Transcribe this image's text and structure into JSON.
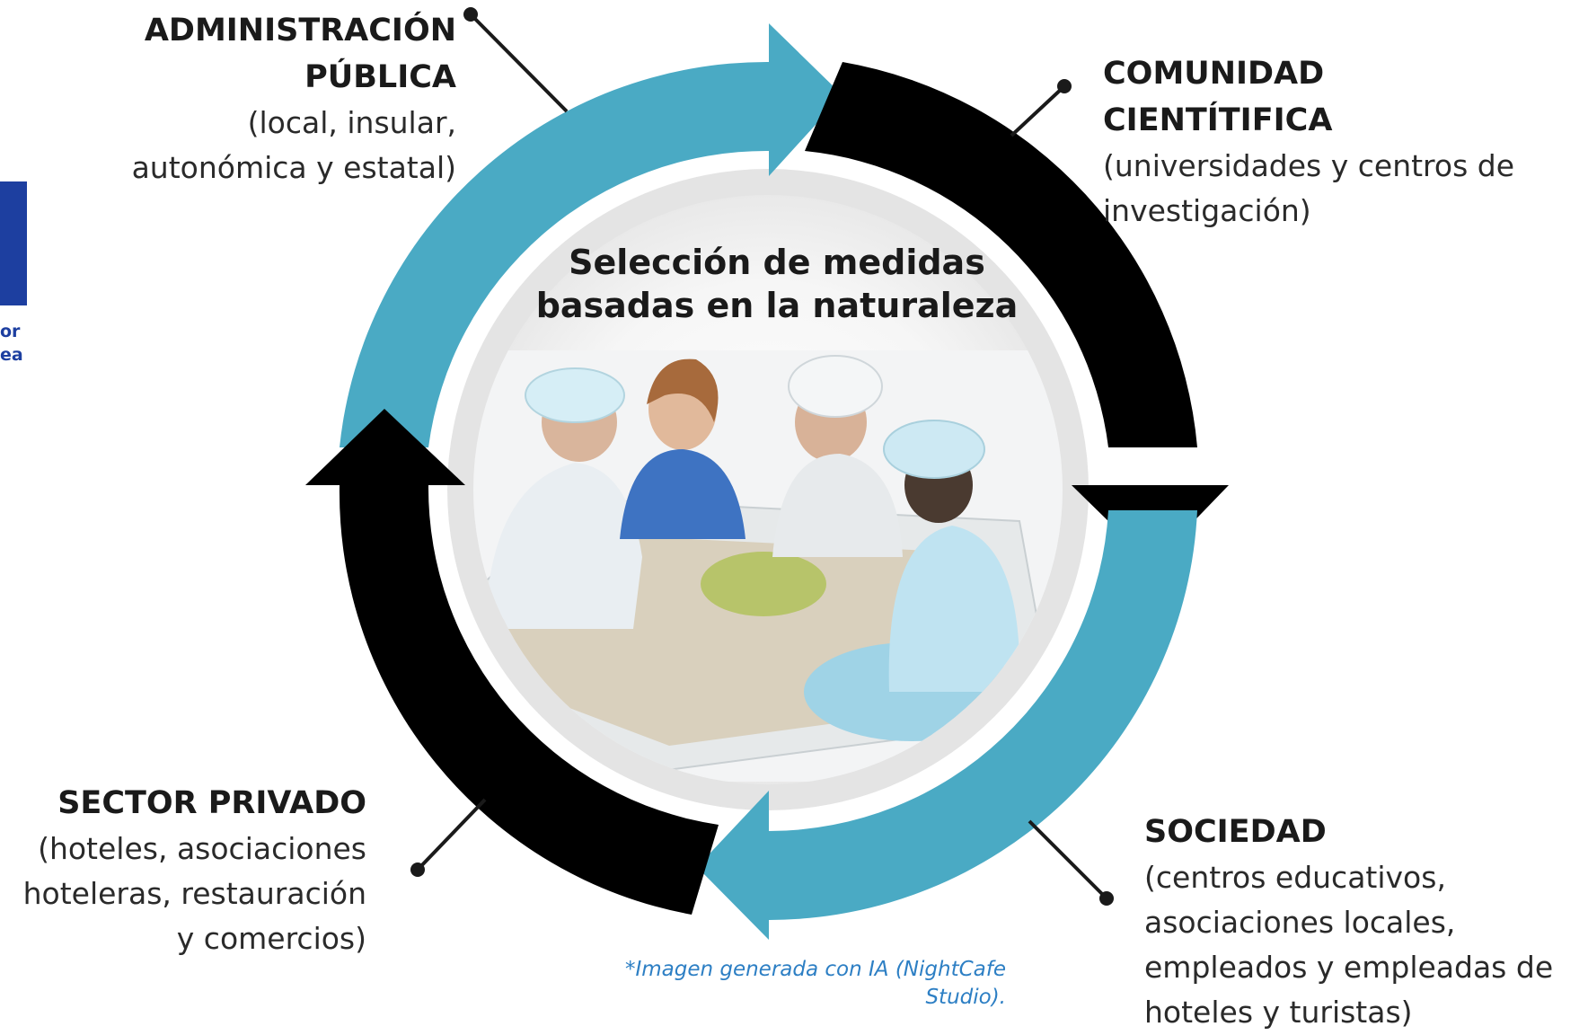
{
  "stakeholders": {
    "admin": {
      "title_line1": "ADMINISTRACIÓN",
      "title_line2": "PÚBLICA",
      "desc_line1": "(local, insular,",
      "desc_line2": "autonómica y estatal)"
    },
    "comunidad": {
      "title_line1": "COMUNIDAD",
      "title_line2": "CIENTÍTIFICA",
      "desc_line1": "(universidades y centros de",
      "desc_line2": "investigación)"
    },
    "sector": {
      "title_line1": "SECTOR PRIVADO",
      "desc_line1": "(hoteles, asociaciones",
      "desc_line2": "hoteleras, restauración",
      "desc_line3": "y comercios)"
    },
    "sociedad": {
      "title_line1": "SOCIEDAD",
      "desc_line1": "(centros educativos,",
      "desc_line2": "asociaciones locales,",
      "desc_line3": "empleados y empleadas de",
      "desc_line4": "hoteles y turistas)"
    }
  },
  "center": {
    "line1": "Selección de medidas",
    "line2": "basadas en la naturaleza"
  },
  "credit": {
    "line1": "*Imagen generada con IA (NightCafe",
    "line2": "Studio)."
  },
  "logo": {
    "line1": "or",
    "line2": "ea"
  },
  "colors": {
    "teal": "#4aaac4",
    "black": "#000000",
    "ring_inner": "#e4e4e4",
    "credit": "#2d7fc4",
    "logo": "#1d3fa0"
  }
}
